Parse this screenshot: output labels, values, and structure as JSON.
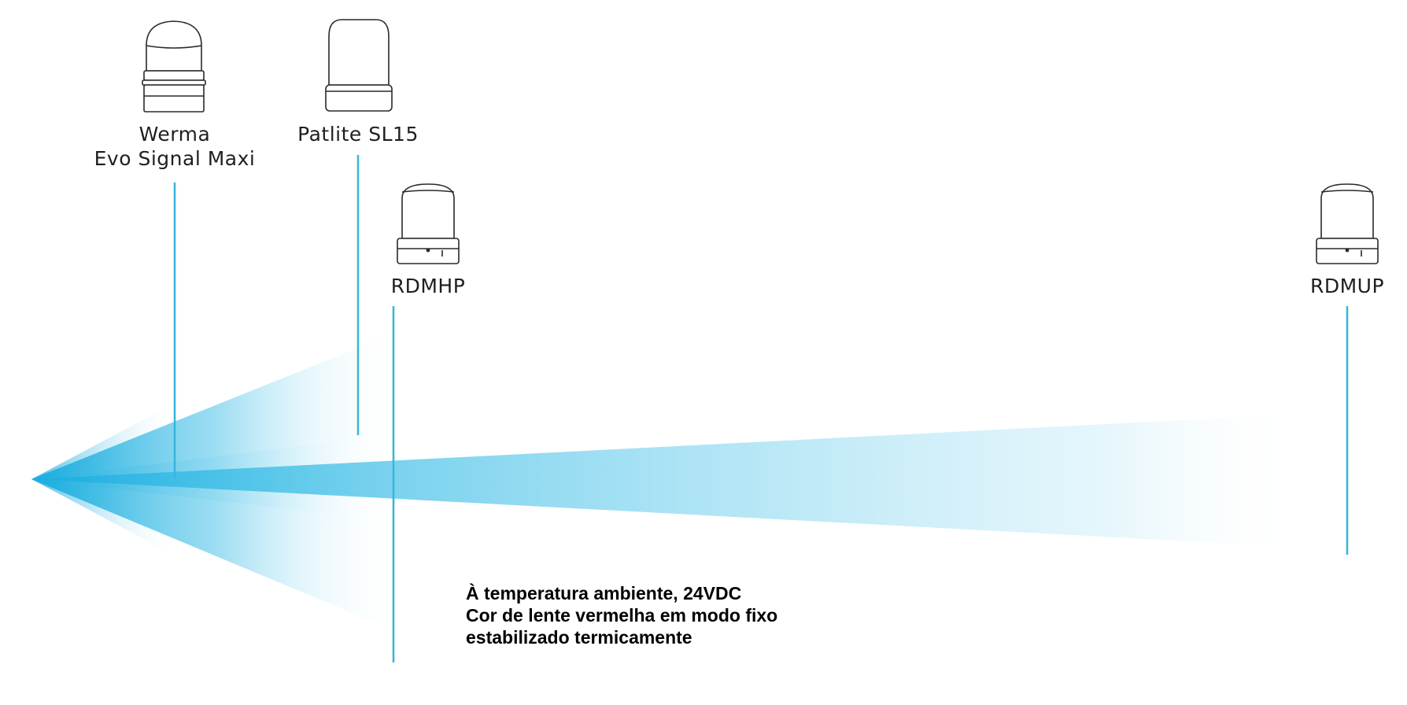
{
  "devices": [
    {
      "id": "werma",
      "name_line1": "Werma",
      "name_line2": "Evo Signal Maxi"
    },
    {
      "id": "patlite",
      "name_line1": "Patlite SL15"
    },
    {
      "id": "rdmhp",
      "name_line1": "RDMHP"
    },
    {
      "id": "rdmup",
      "name_line1": "RDMUP"
    }
  ],
  "note": {
    "line1": "À temperatura ambiente, 24VDC",
    "line2": "Cor de lente vermelha em modo fixo",
    "line3": "estabilizado termicamente"
  },
  "colors": {
    "beam": "#2db8e3",
    "marker_line": "#36b5de",
    "outline": "#2a2a2a"
  }
}
